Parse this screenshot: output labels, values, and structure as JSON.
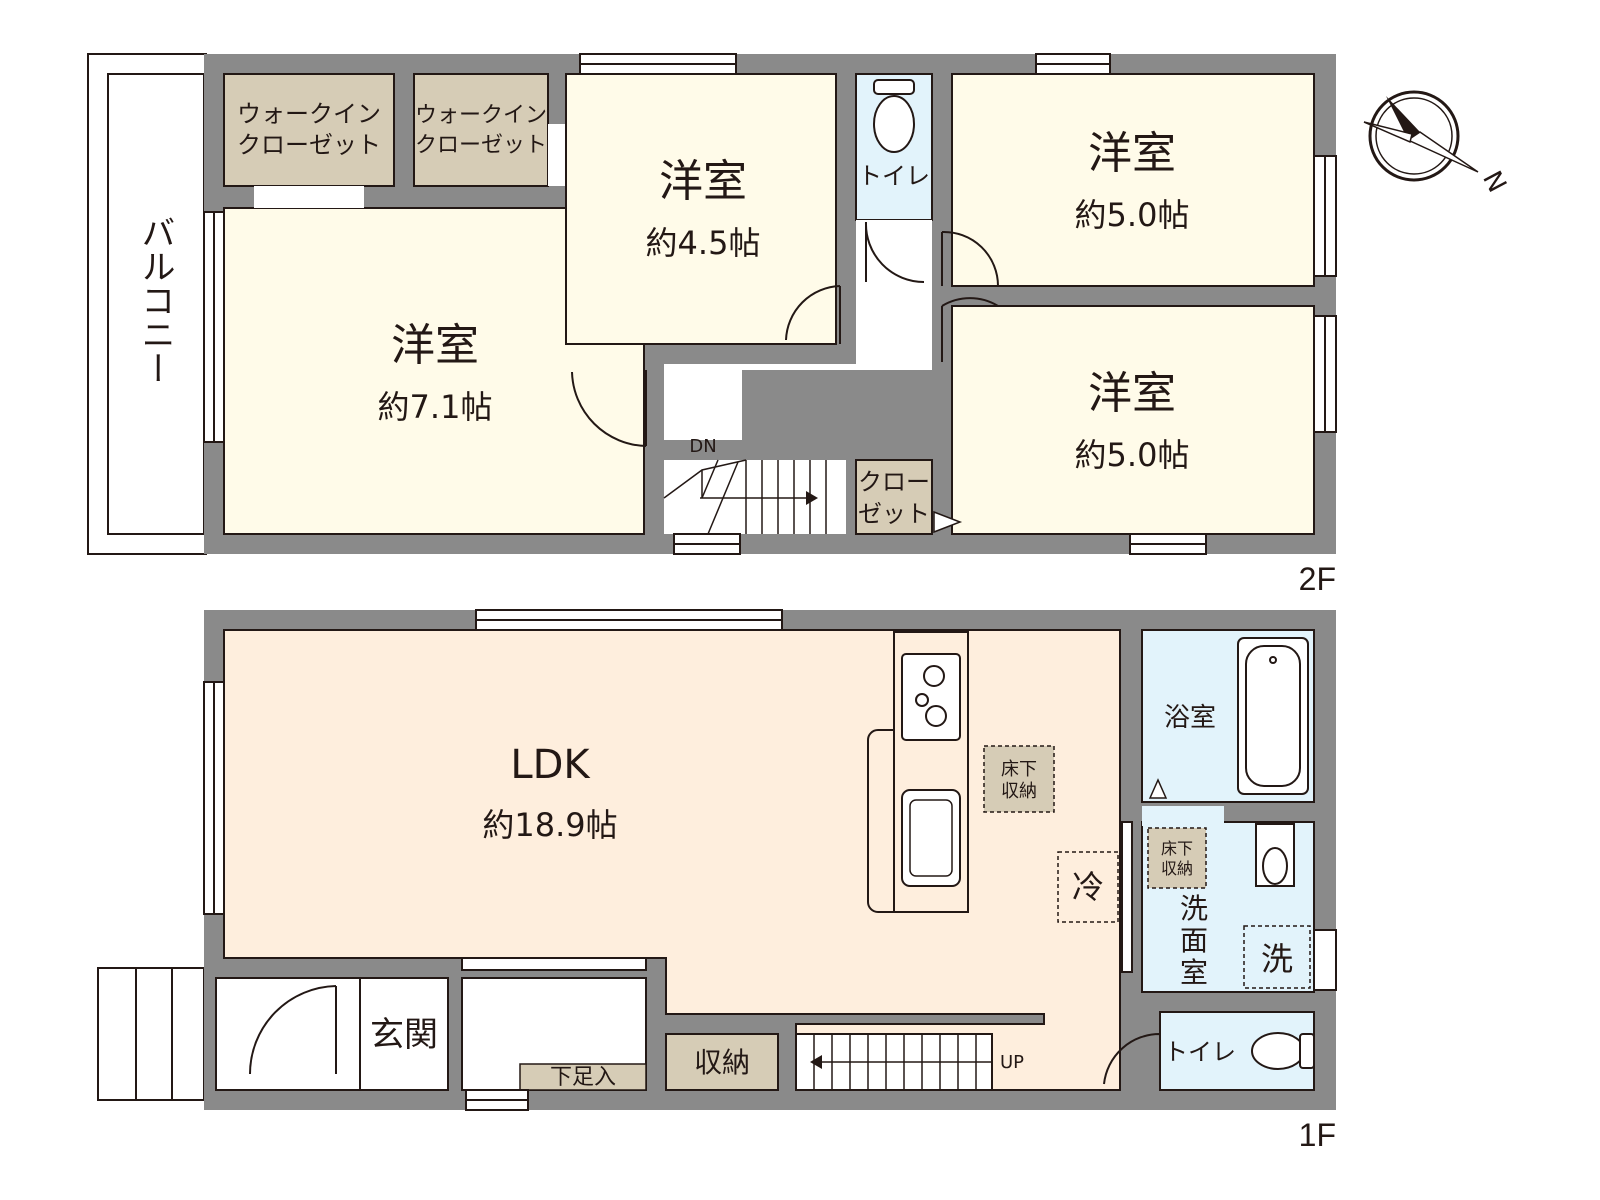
{
  "floor_2": {
    "floor_label": "2F",
    "balcony": "バルコニー",
    "wic_1": [
      "ウォークイン",
      "クローゼット"
    ],
    "wic_2": [
      "ウォークイン",
      "クローゼット"
    ],
    "room_west": {
      "name": "洋室",
      "size": "約7.1帖"
    },
    "room_center": {
      "name": "洋室",
      "size": "約4.5帖"
    },
    "room_ne": {
      "name": "洋室",
      "size": "約5.0帖"
    },
    "room_se": {
      "name": "洋室",
      "size": "約5.0帖"
    },
    "toilet": "トイレ",
    "closet": [
      "クロー",
      "ゼット"
    ],
    "stairs_dir": "DN"
  },
  "floor_1": {
    "floor_label": "1F",
    "ldk": {
      "name": "LDK",
      "size": "約18.9帖"
    },
    "bath": "浴室",
    "underfloor_1": [
      "床下",
      "収納"
    ],
    "underfloor_2": [
      "床下",
      "収納"
    ],
    "fridge": "冷",
    "washroom": [
      "洗",
      "面",
      "室"
    ],
    "washer": "洗",
    "entrance": "玄関",
    "shoe_storage": "下足入",
    "storage": "収納",
    "toilet": "トイレ",
    "stairs_dir": "UP"
  },
  "compass": {
    "north_label": "N"
  },
  "colors": {
    "wall": "#8a8a8a",
    "room_yellow": "#fffbe9",
    "ldk_peach": "#feeedd",
    "closet_tan": "#d6ccb6",
    "wet_blue": "#e2f3fb",
    "text": "#231815"
  }
}
